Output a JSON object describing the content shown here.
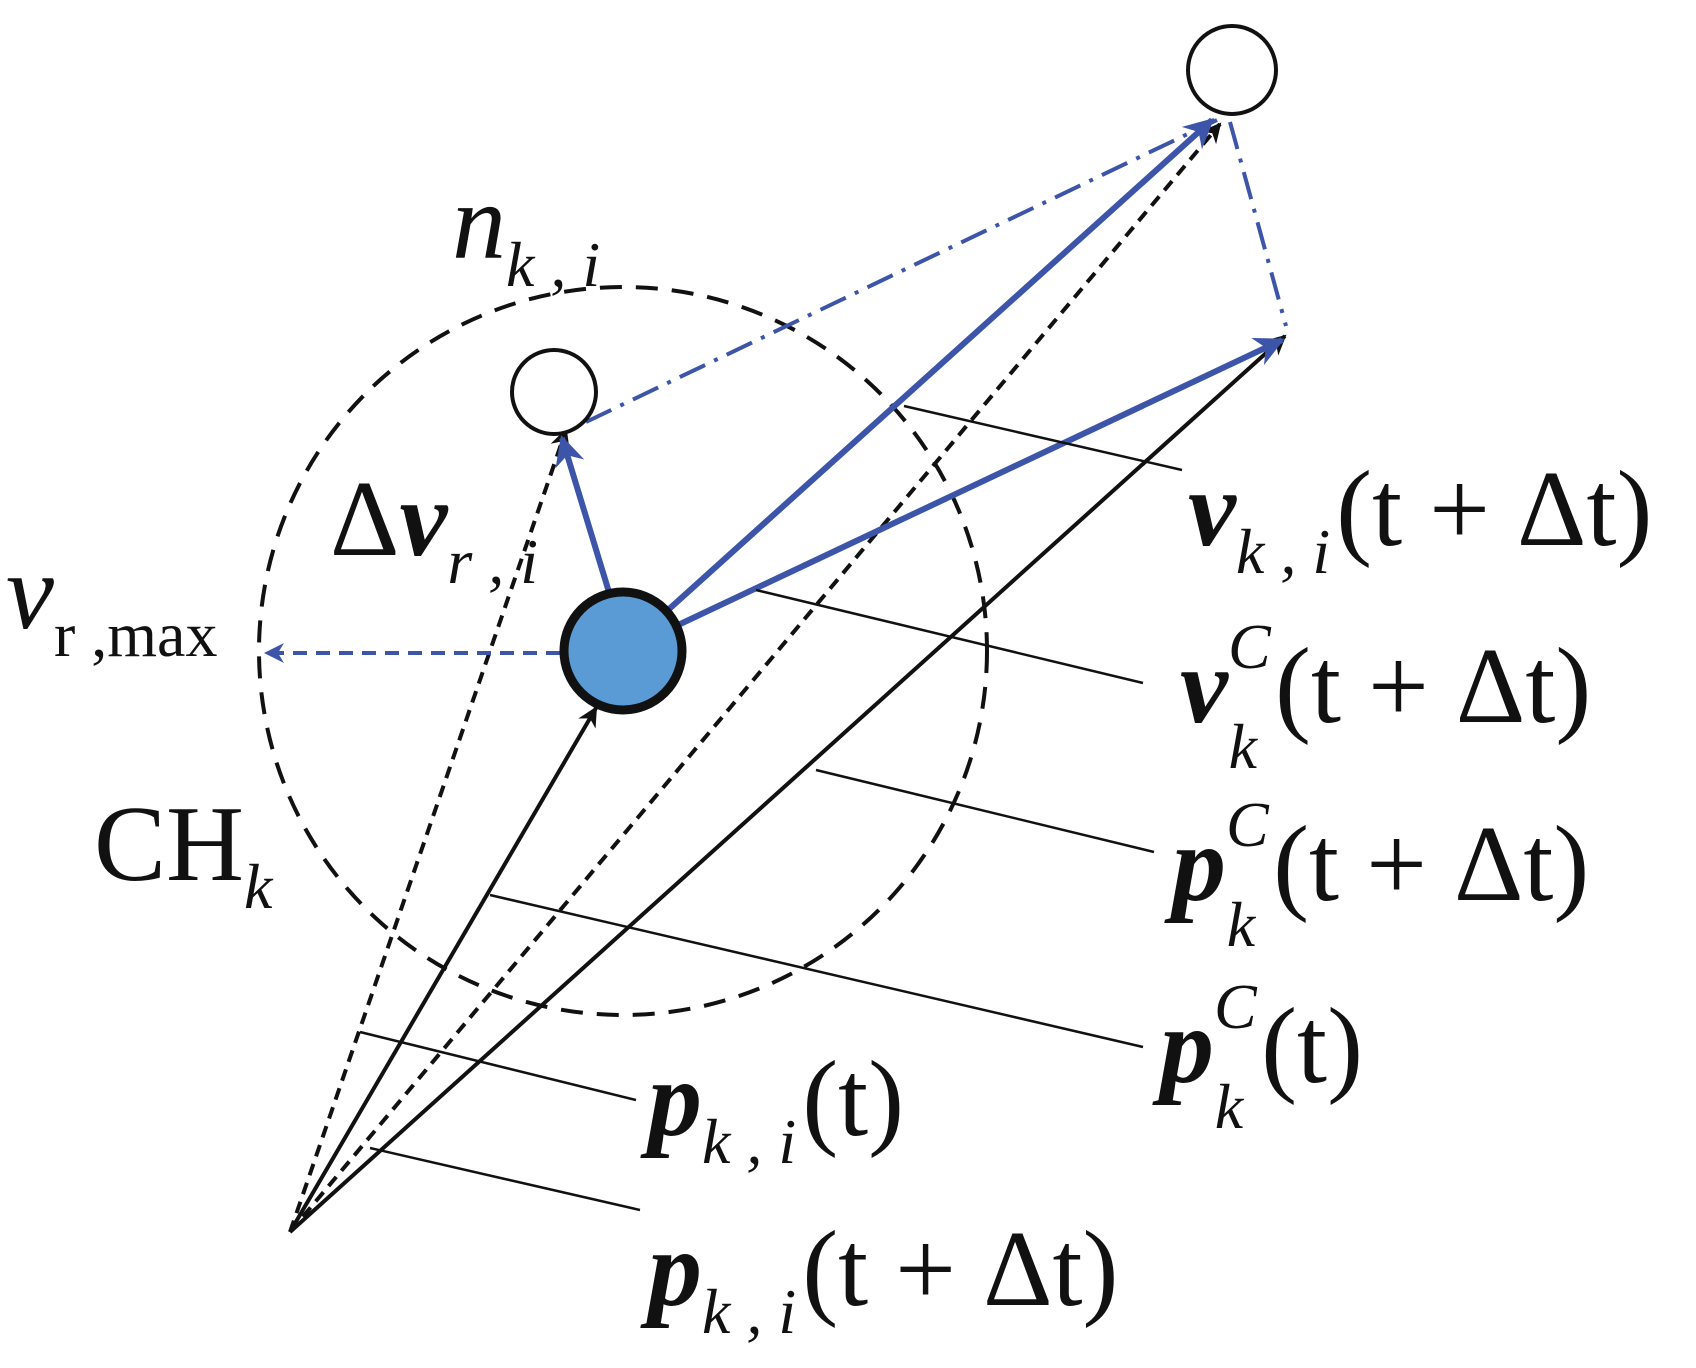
{
  "colors": {
    "blue_vector": "#3d55a8",
    "black_vector": "#111111",
    "node_fill": "#5b9bd5",
    "node_stroke": "#111111",
    "background": "#ffffff"
  },
  "labels": {
    "n_ki": {
      "base": "n",
      "sub": "k , i"
    },
    "delta_v_ri": {
      "prefix": "Δ",
      "base": "v",
      "sub": "r , i"
    },
    "v_rmax": {
      "base": "v",
      "sub": "r ,max"
    },
    "CH_k": {
      "base": "CH",
      "sub": "k"
    },
    "v_ki_tdt": {
      "base": "v",
      "sub": "k , i",
      "arg": "(t + Δt)"
    },
    "v_kC_tdt": {
      "base": "v",
      "sup": "C",
      "sub": "k",
      "arg": "(t + Δt)"
    },
    "p_kC_tdt": {
      "base": "p",
      "sup": "C",
      "sub": "k",
      "arg": "(t + Δt)"
    },
    "p_kC_t": {
      "base": "p",
      "sup": "C",
      "sub": "k",
      "arg": "(t)"
    },
    "p_ki_t": {
      "base": "p",
      "sub": "k , i",
      "arg": "(t)"
    },
    "p_ki_tdt": {
      "base": "p",
      "sub": "k , i",
      "arg": "(t + Δt)"
    }
  }
}
